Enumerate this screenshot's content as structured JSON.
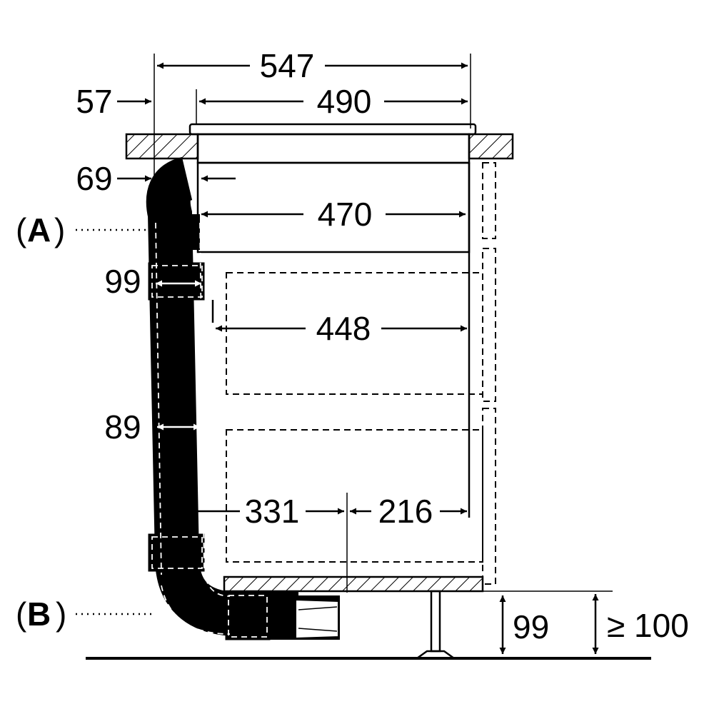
{
  "dimensions": {
    "overall_width": "547",
    "left_offset_top": "57",
    "cutout_width": "490",
    "left_offset_pipe": "69",
    "body_width": "470",
    "pipe_diameter_upper": "99",
    "inner_width": "448",
    "pipe_diameter_lower": "89",
    "lower_left": "331",
    "lower_right": "216",
    "floor_clearance": "99",
    "min_clearance": "≥ 100"
  },
  "labels": {
    "a_letter": "A",
    "b_letter": "B",
    "open_paren": "(",
    "close_paren": ")"
  },
  "colors": {
    "ink": "#000000",
    "background": "#ffffff"
  }
}
